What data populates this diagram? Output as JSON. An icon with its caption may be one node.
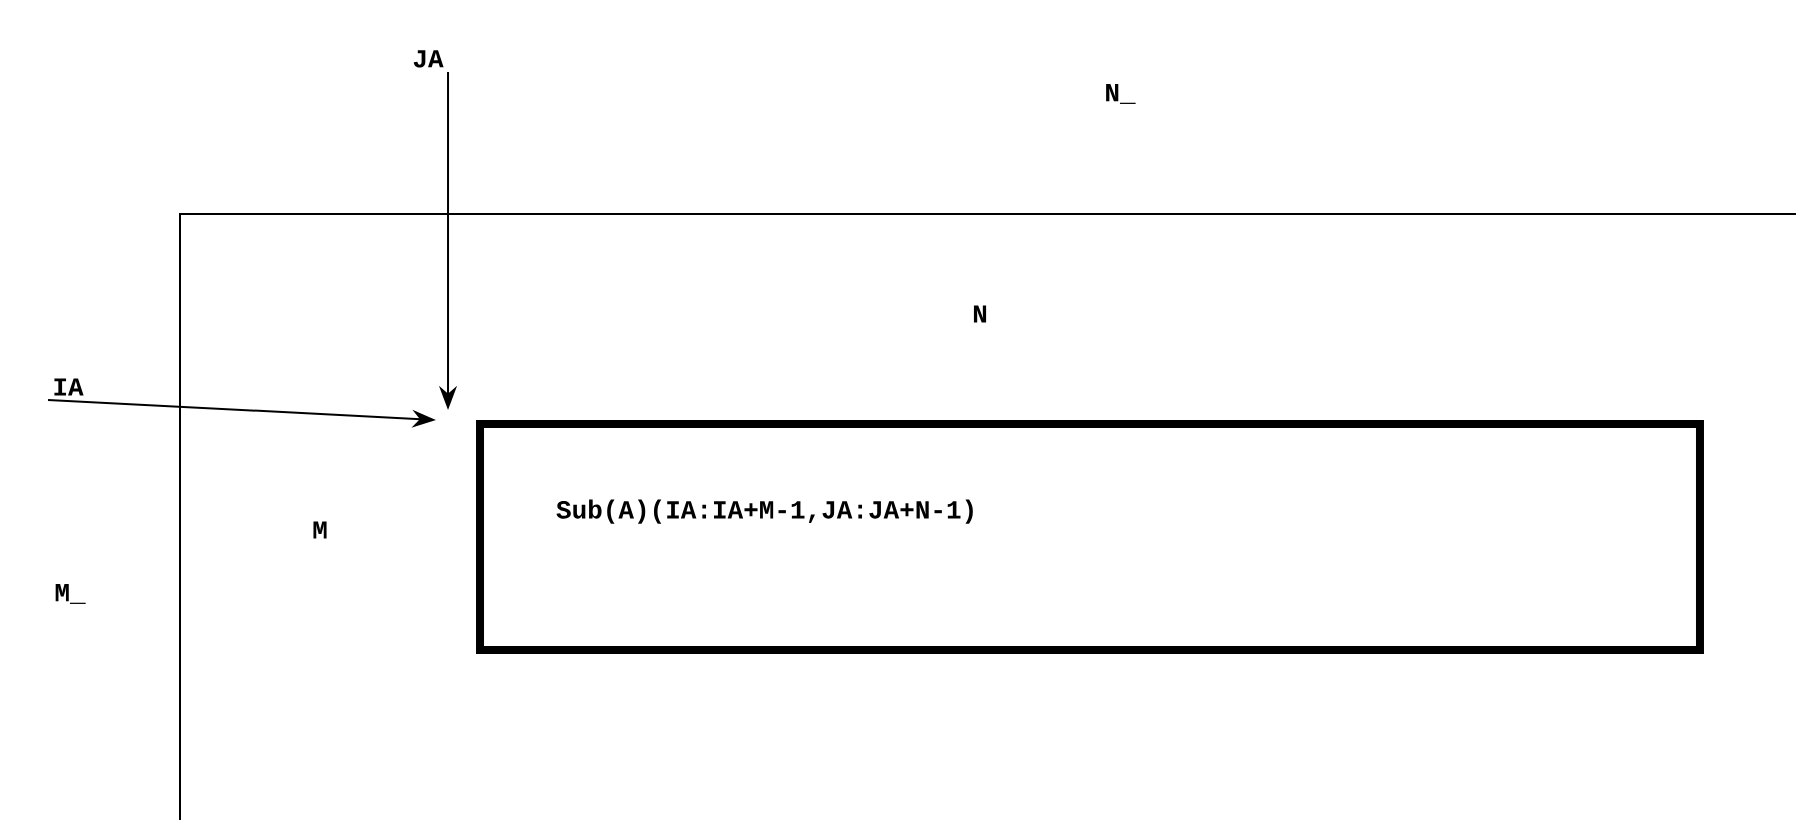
{
  "diagram": {
    "nodes": [
      {
        "text": [
          "JA"
        ]
      },
      {
        "text": [
          "IA"
        ]
      },
      {
        "text": [
          "Sub(A)(IA:IA+M-1,JA:JA+N-1)"
        ]
      }
    ],
    "edges": [
      {
        "from": 0,
        "to": 2,
        "arrow": "to"
      },
      {
        "from": 1,
        "to": 2,
        "arrow": "to"
      }
    ],
    "labels": [
      "N_",
      "N",
      "M",
      "M_"
    ]
  }
}
